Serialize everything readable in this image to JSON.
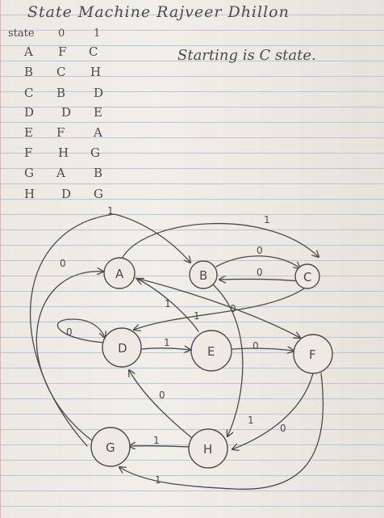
{
  "title": "State Machine Rajveer Dhillon",
  "note": "Starting is C state.",
  "table": {
    "headers": [
      "state",
      "0",
      "1"
    ],
    "rows": [
      [
        "A",
        "F",
        "C"
      ],
      [
        "B",
        "C",
        "H"
      ],
      [
        "C",
        "B",
        "D"
      ],
      [
        "D",
        "D",
        "E"
      ],
      [
        "E",
        "F",
        "A"
      ],
      [
        "F",
        "H",
        "G"
      ],
      [
        "G",
        "A",
        "B"
      ],
      [
        "H",
        "D",
        "G"
      ]
    ]
  },
  "diagram": {
    "nodes": [
      "A",
      "B",
      "C",
      "D",
      "E",
      "F",
      "G",
      "H"
    ],
    "edges": [
      {
        "from": "A",
        "to": "F",
        "label": "0"
      },
      {
        "from": "A",
        "to": "C",
        "label": "1"
      },
      {
        "from": "B",
        "to": "C",
        "label": "0"
      },
      {
        "from": "B",
        "to": "H",
        "label": "1"
      },
      {
        "from": "C",
        "to": "B",
        "label": "0"
      },
      {
        "from": "C",
        "to": "D",
        "label": "1"
      },
      {
        "from": "D",
        "to": "D",
        "label": "0"
      },
      {
        "from": "D",
        "to": "E",
        "label": "1"
      },
      {
        "from": "E",
        "to": "F",
        "label": "0"
      },
      {
        "from": "E",
        "to": "A",
        "label": "1"
      },
      {
        "from": "F",
        "to": "H",
        "label": "0"
      },
      {
        "from": "F",
        "to": "G",
        "label": "1"
      },
      {
        "from": "G",
        "to": "A",
        "label": "0"
      },
      {
        "from": "G",
        "to": "B",
        "label": "1"
      },
      {
        "from": "H",
        "to": "D",
        "label": "0"
      },
      {
        "from": "H",
        "to": "G",
        "label": "1"
      }
    ]
  },
  "colors": {
    "ink": "#4a4a4a",
    "paper": "#eceae3",
    "rule": "#b9c6d2"
  }
}
